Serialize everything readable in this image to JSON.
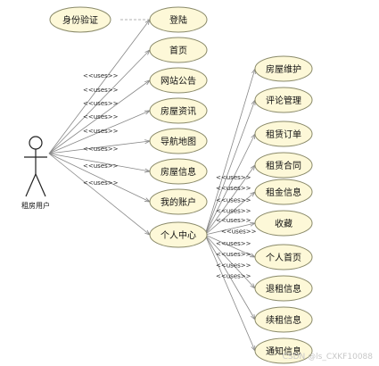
{
  "actor": {
    "label": "租房用户"
  },
  "verify": {
    "label": "身份验证"
  },
  "left_cases": [
    "登陆",
    "首页",
    "网站公告",
    "房屋资讯",
    "导航地图",
    "房屋信息",
    "我的账户",
    "个人中心"
  ],
  "right_cases": [
    "房屋维护",
    "评论管理",
    "租赁订单",
    "租赁合同",
    "租金信息",
    "收藏",
    "个人首页",
    "退租信息",
    "续租信息",
    "通知信息"
  ],
  "stereotype": "<<uses>>",
  "watermark": "CSDN @ls_CXKF10088"
}
